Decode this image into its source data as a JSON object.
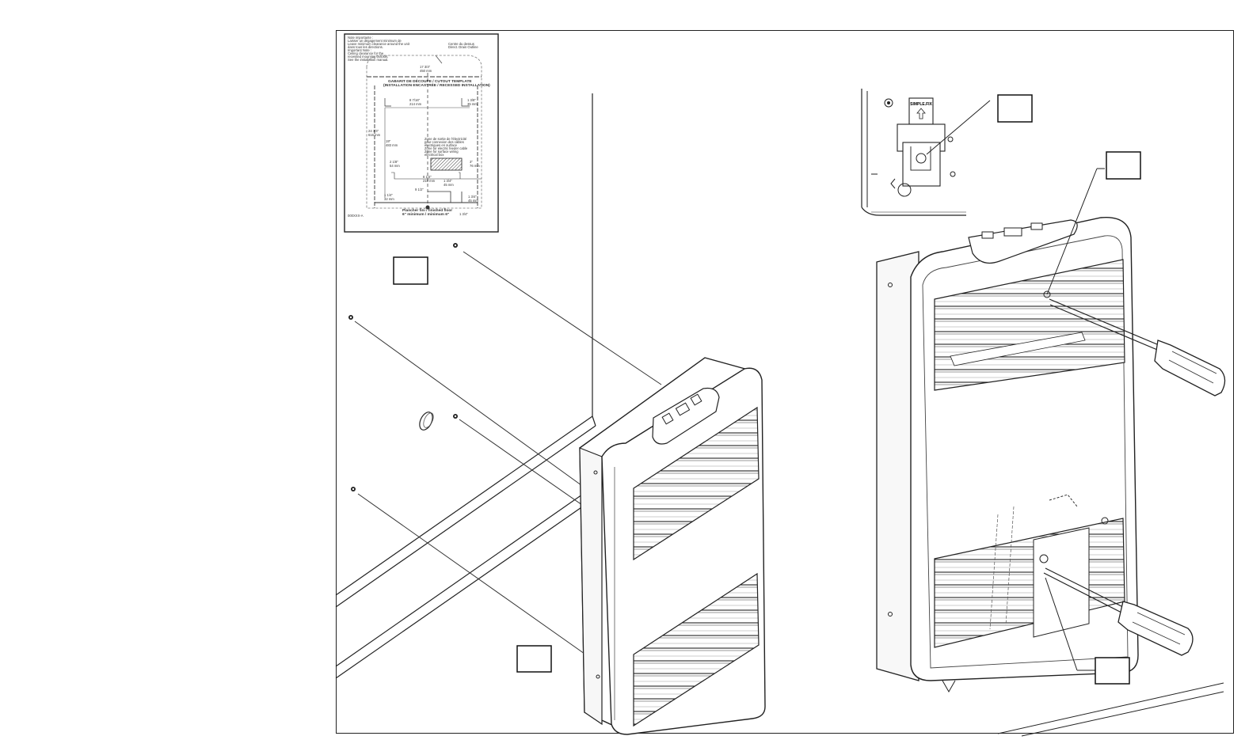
{
  "template": {
    "intro_lines": [
      "Note importante :",
      "Laisser un dégagement minimum de",
      "Leave minimum clearance around the unit",
      "dans tous les directions.",
      "Important Note :",
      "Ceiling clearance for the",
      "recessed mounting bracket.",
      "See the installation manual."
    ],
    "corner_label": "Centre du dessus",
    "corner_label_2": "Direct. Drain Outline",
    "width_dim": "17 3/4\"",
    "width_dim_mm": "450 mm",
    "title_fr": "GABARIT DE DÉCOUPE / CUTOUT TEMPLATE",
    "title_en": "(INSTALLATION ENCASTRÉE / RECESSED INSTALLATION)",
    "inner_dim": "8 7/16\"",
    "inner_dim_mm": "214 mm",
    "side_dim": "1 3/8\"",
    "side_dim_mm": "35 mm",
    "height_dim": "24 1/4\"",
    "height_dim_mm": "616 mm",
    "height_dim_2": "19\"",
    "height_dim_2_mm": "483 mm",
    "box_note_1": "Zone de sortie de l'électricité",
    "box_note_2": "pour connexion des câbles",
    "box_note_3": "électriques en surface",
    "box_note_4": "Zone for electric feeder cable",
    "box_note_5": "Zone for surface wiring",
    "box_note_6": "electrical box",
    "left_small_dim": "2 1/8\"",
    "left_small_dim_mm": "54 mm",
    "right_small_dim": "3\"",
    "right_small_dim_mm": "76 mm",
    "mid_dim": "8 1/4\"",
    "mid_dim_mm": "210 mm",
    "lower_dim": "1 3/4\"",
    "lower_dim_mm": "45 mm",
    "bottom_left_label": "9 1/2\"",
    "bottom_dim": "1 1/4\"",
    "bottom_dim_mm": "32 mm",
    "bottom_right_dim": "1 3/4\"",
    "bottom_right_dim_mm": "45 mm",
    "bottom_line_1": "Plancher fini / finished floor",
    "bottom_line_2": "6\" minimum / minimum 6\"",
    "footer_code": "000XXX-A"
  },
  "callouts": [
    {
      "id": "left-upper",
      "label": ""
    },
    {
      "id": "left-lower",
      "label": ""
    },
    {
      "id": "top-inset",
      "label": ""
    },
    {
      "id": "right-upper",
      "label": ""
    },
    {
      "id": "right-lower",
      "label": ""
    }
  ],
  "inset": {
    "arrow_tag": "SIMPLE.FIX"
  }
}
